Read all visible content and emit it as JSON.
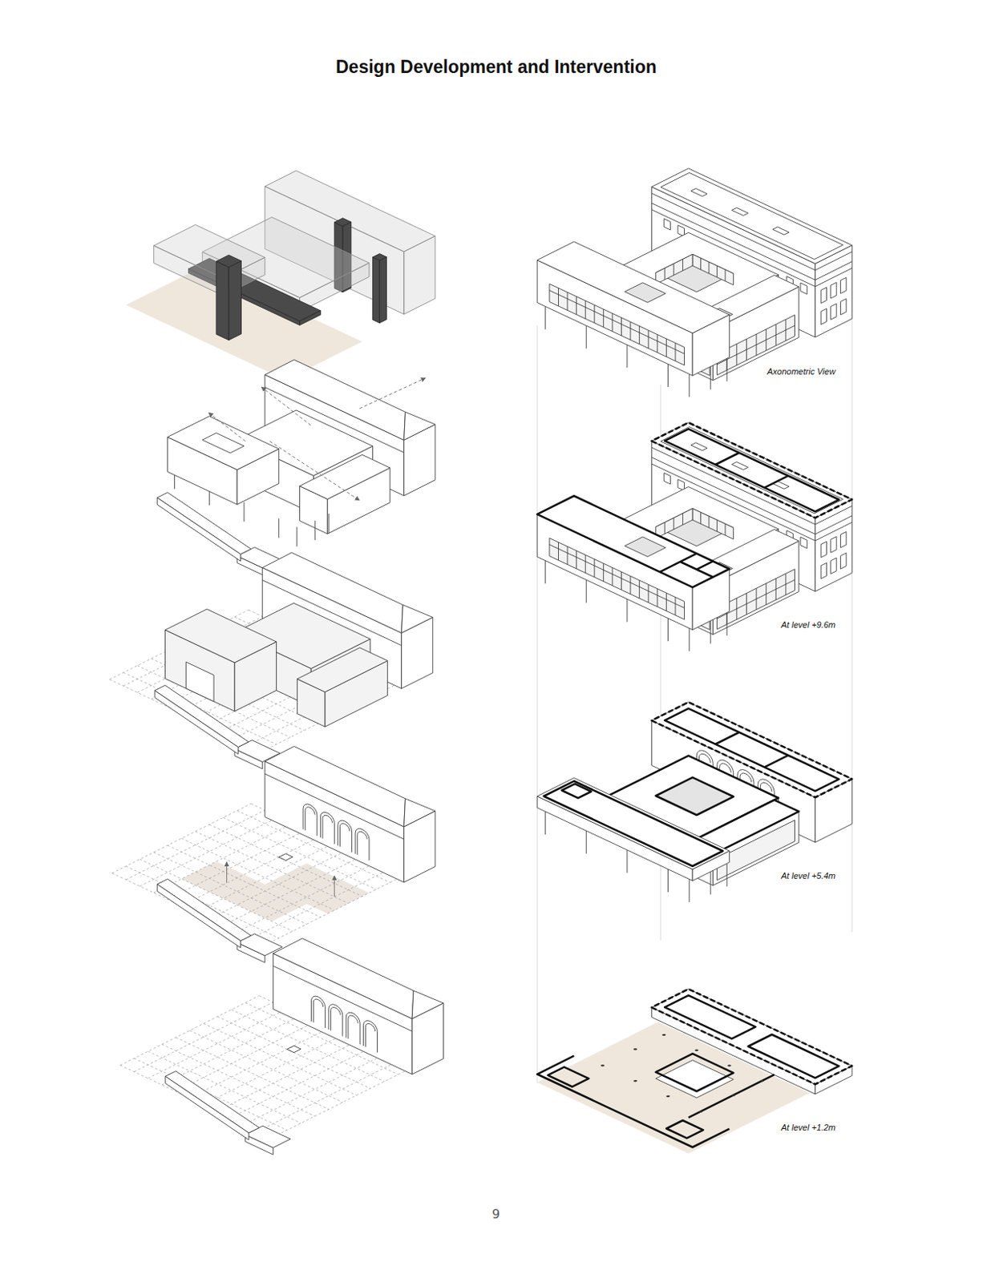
{
  "diagram": {
    "title": "Design Development and Intervention",
    "labels": [
      "Axonometric View",
      "At level +9.6m",
      "At level +5.4m",
      "At level +1.2m",
      "9"
    ]
  }
}
